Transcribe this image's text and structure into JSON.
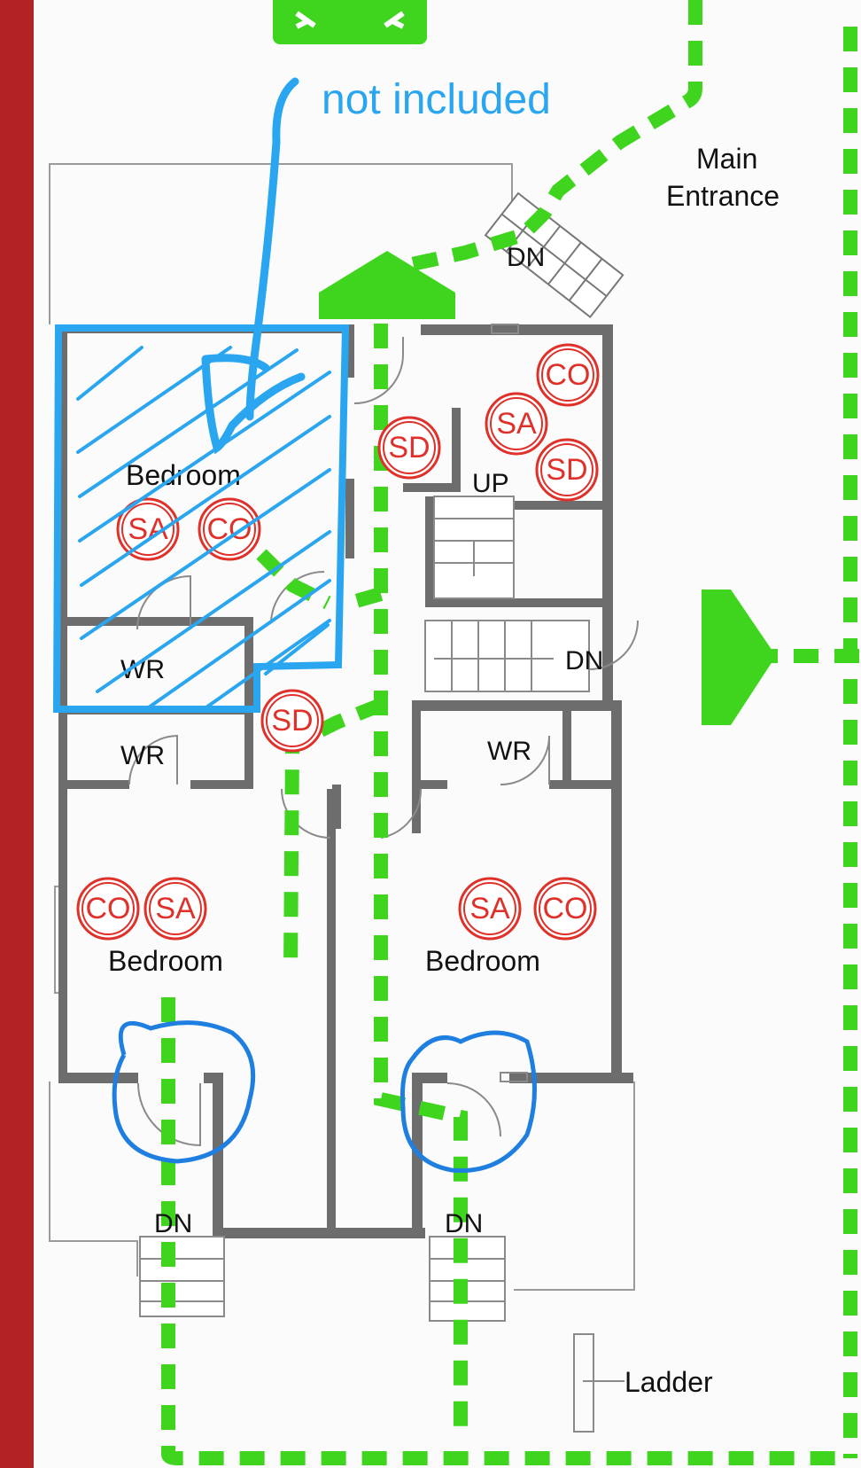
{
  "annotation": {
    "text": "not included"
  },
  "labels": {
    "main_entrance_line1": "Main",
    "main_entrance_line2": "Entrance",
    "dn_entry": "DN",
    "up_stairs": "UP",
    "dn_side_door": "DN",
    "wr_hatched": "WR",
    "wr_left": "WR",
    "wr_right": "WR",
    "bedroom_hatched": "Bedroom",
    "bedroom_left": "Bedroom",
    "bedroom_right": "Bedroom",
    "dn_left_bottom": "DN",
    "dn_right_bottom": "DN",
    "ladder": "Ladder"
  },
  "devices": {
    "entry_co": "CO",
    "entry_sa": "SA",
    "entry_sd": "SD",
    "hall_sd_top": "SD",
    "hatched_sa": "SA",
    "hatched_co": "CO",
    "hall_sd_mid": "SD",
    "left_co": "CO",
    "left_sa": "SA",
    "right_sa": "SA",
    "right_co": "CO"
  },
  "colors": {
    "wall": "#6d6d6d",
    "exit_route": "#3fd51f",
    "device": "#e0302a",
    "annotation": "#2aa6f0",
    "border_left": "#b22424"
  }
}
